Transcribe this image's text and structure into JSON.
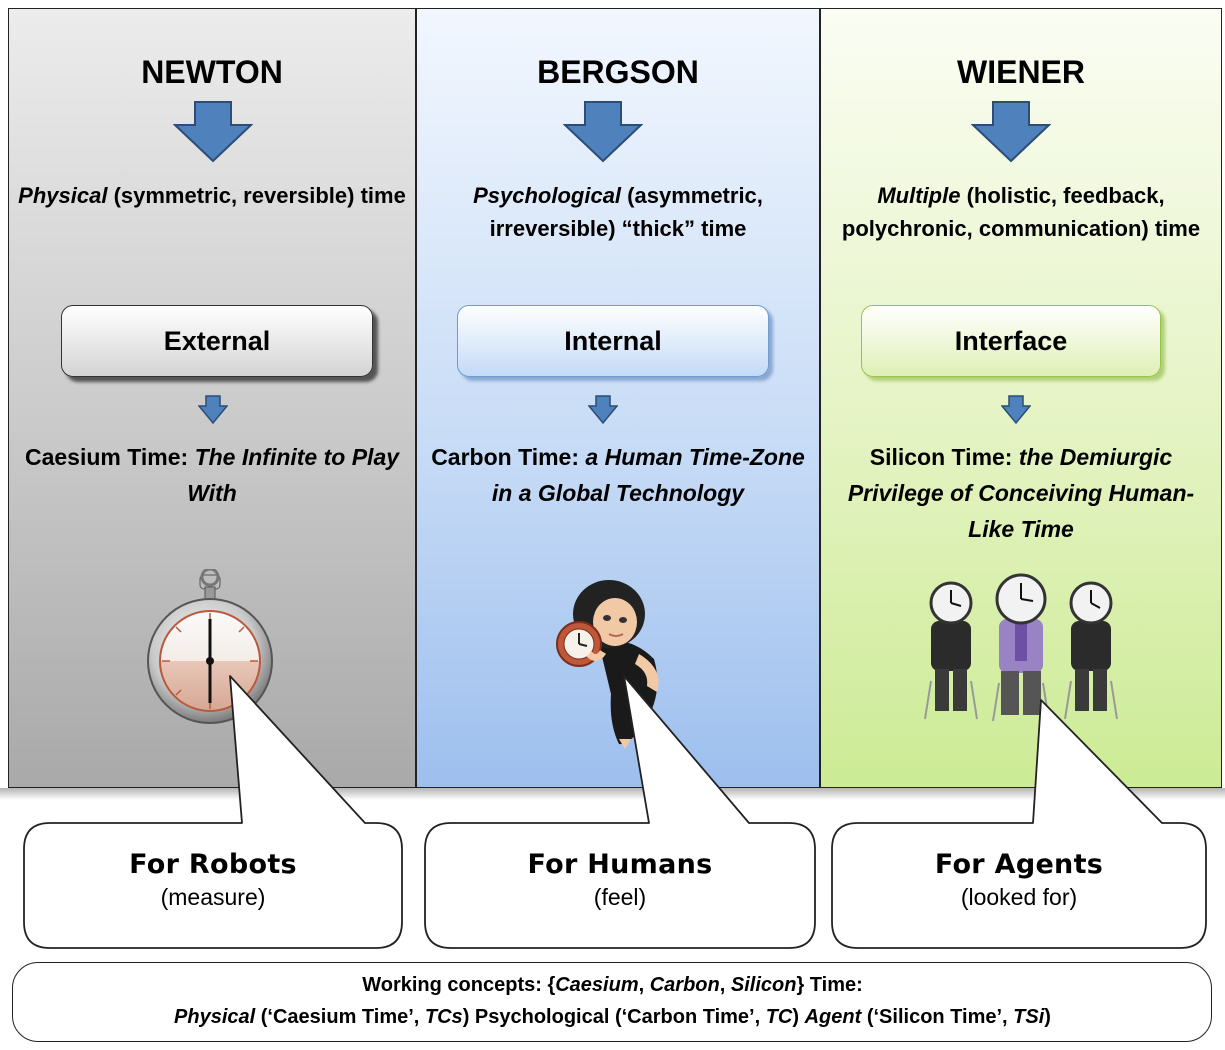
{
  "columns": [
    {
      "name": "NEWTON",
      "desc_italic": "Physical",
      "desc_rest": " (symmetric, reversible) time",
      "box_label": "External",
      "subtitle_bold": "Caesium Time: ",
      "subtitle_italic": "The Infinite to Play With",
      "callout_title": "For Robots",
      "callout_sub": "(measure)",
      "image_icon": "stopwatch-icon",
      "color": "#bcbcbc"
    },
    {
      "name": "BERGSON",
      "desc_italic": "Psychological",
      "desc_rest": " (asymmetric, irreversible) “thick” time",
      "box_label": "Internal",
      "subtitle_bold": "Carbon Time: ",
      "subtitle_italic": "a Human Time-Zone in a Global Technology",
      "callout_title": "For Humans",
      "callout_sub": "(feel)",
      "image_icon": "person-with-clock-icon",
      "color": "#b7d1f3"
    },
    {
      "name": "WIENER",
      "desc_italic": "Multiple",
      "desc_rest": " (holistic, feedback, polychronic, communication) time",
      "box_label": "Interface",
      "subtitle_bold": "Silicon Time: ",
      "subtitle_italic": "the Demiurgic Privilege of Conceiving Human-Like Time",
      "callout_title": "For Agents",
      "callout_sub": "(looked for)",
      "image_icon": "clock-faced-agents-icon",
      "color": "#dbefb0"
    }
  ],
  "arrow_color": "#4f81bd",
  "bottom": {
    "line1_a": "Working concepts: {",
    "line1_b": "Caesium",
    "line1_c": ", ",
    "line1_d": "Carbon",
    "line1_e": ", ",
    "line1_f": "Silicon",
    "line1_g": "} Time:",
    "line2_a": "Physical",
    "line2_b": " (‘Caesium Time’, ",
    "line2_c": "TCs",
    "line2_d": ") Psychological (‘Carbon Time’, ",
    "line2_e": "TC",
    "line2_f": ") ",
    "line2_g": "Agent",
    "line2_h": " (‘Silicon Time’, ",
    "line2_i": "TSi",
    "line2_j": ")"
  }
}
